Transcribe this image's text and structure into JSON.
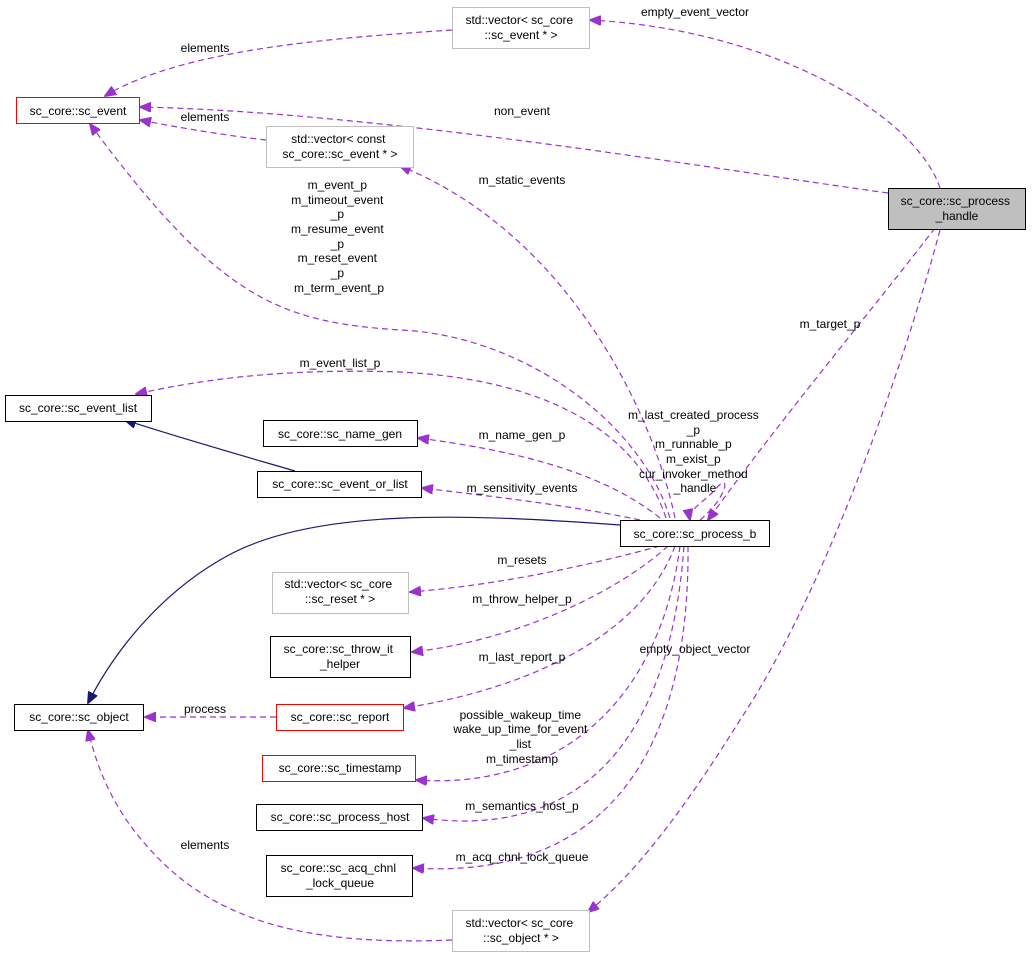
{
  "colors": {
    "usage_edge": "#9a32cd",
    "inherit_edge": "#191970",
    "highlight_node": "#bfbfbf",
    "warn_border": "#ff0000",
    "gray_border": "#bfbfbf"
  },
  "nodes": {
    "process_handle": {
      "lines": [
        "sc_core::sc_process",
        "_handle"
      ]
    },
    "vector_event_ptr": {
      "lines": [
        "std::vector< sc_core",
        "::sc_event * >"
      ]
    },
    "sc_event": {
      "lines": [
        "sc_core::sc_event"
      ]
    },
    "vector_const_event": {
      "lines": [
        "std::vector< const",
        "sc_core::sc_event * >"
      ]
    },
    "sc_event_list": {
      "lines": [
        "sc_core::sc_event_list"
      ]
    },
    "sc_name_gen": {
      "lines": [
        "sc_core::sc_name_gen"
      ]
    },
    "sc_event_or_list": {
      "lines": [
        "sc_core::sc_event_or_list"
      ]
    },
    "sc_process_b": {
      "lines": [
        "sc_core::sc_process_b"
      ]
    },
    "vector_reset": {
      "lines": [
        "std::vector< sc_core",
        "::sc_reset * >"
      ]
    },
    "sc_throw_it_helper": {
      "lines": [
        "sc_core::sc_throw_it",
        "_helper"
      ]
    },
    "sc_object": {
      "lines": [
        "sc_core::sc_object"
      ]
    },
    "sc_report": {
      "lines": [
        "sc_core::sc_report"
      ]
    },
    "sc_timestamp": {
      "lines": [
        "sc_core::sc_timestamp"
      ]
    },
    "sc_process_host": {
      "lines": [
        "sc_core::sc_process_host"
      ]
    },
    "sc_acq_chnl_lock_queue": {
      "lines": [
        "sc_core::sc_acq_chnl",
        "_lock_queue"
      ]
    },
    "vector_object": {
      "lines": [
        "std::vector< sc_core",
        "::sc_object * >"
      ]
    }
  },
  "edges": {
    "empty_event_vector": [
      "empty_event_vector"
    ],
    "elements_event_vec": [
      "elements"
    ],
    "non_event": [
      "non_event"
    ],
    "elements_const_vec": [
      "elements"
    ],
    "m_static_events": [
      "m_static_events"
    ],
    "event_ptrs": [
      "m_event_p",
      "m_timeout_event",
      "_p",
      "m_resume_event",
      "_p",
      "m_reset_event",
      "_p",
      "m_term_event_p"
    ],
    "m_event_list_p": [
      "m_event_list_p"
    ],
    "m_target_p": [
      "m_target_p"
    ],
    "self_loop": [
      "m_last_created_process",
      "_p",
      "m_runnable_p",
      "m_exist_p",
      "cur_invoker_method",
      "_handle"
    ],
    "m_name_gen_p": [
      "m_name_gen_p"
    ],
    "m_sensitivity_events": [
      "m_sensitivity_events"
    ],
    "m_resets": [
      "m_resets"
    ],
    "m_throw_helper_p": [
      "m_throw_helper_p"
    ],
    "m_last_report_p": [
      "m_last_report_p"
    ],
    "empty_object_vector": [
      "empty_object_vector"
    ],
    "process": [
      "process"
    ],
    "timestamps": [
      "possible_wakeup_time",
      "wake_up_time_for_event",
      "_list",
      "m_timestamp"
    ],
    "m_semantics_host_p": [
      "m_semantics_host_p"
    ],
    "m_acq_chnl_lock_queue": [
      "m_acq_chnl_lock_queue"
    ],
    "elements_object_vec": [
      "elements"
    ]
  }
}
